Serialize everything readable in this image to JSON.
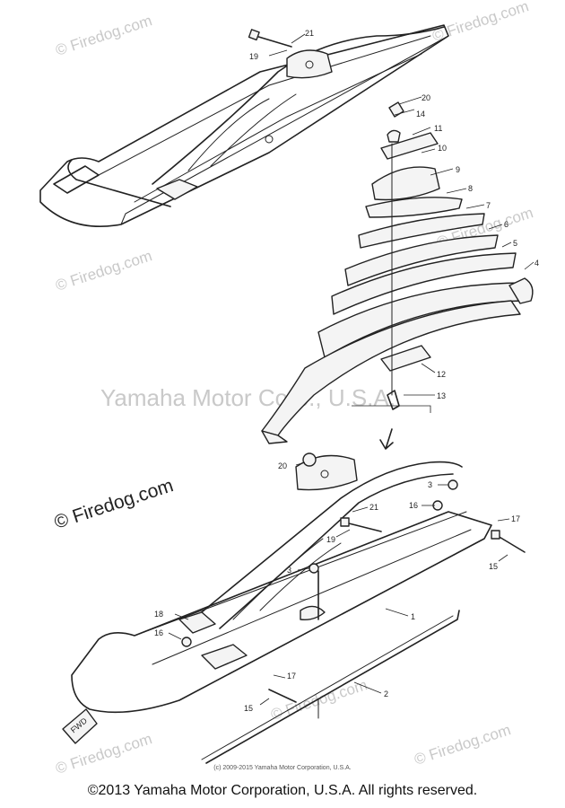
{
  "watermarks": {
    "corner_top": "© Firedog.com",
    "mid_left": "© Firedog.com",
    "center_right": "© Firedog.com",
    "center": "Yamaha Motor Corp., U.S.A.",
    "bottom_left": "© Firedog.com",
    "bottom_mid": "© Firedog.com",
    "bottom_right": "© Firedog.com",
    "left_large": "© Firedog.com"
  },
  "callouts": {
    "c1": "1",
    "c2": "2",
    "c3a": "3",
    "c3b": "3",
    "c4": "4",
    "c5": "5",
    "c6": "6",
    "c7": "7",
    "c8": "8",
    "c9": "9",
    "c10": "10",
    "c11": "11",
    "c12": "12",
    "c13": "13",
    "c14": "14",
    "c15a": "15",
    "c15b": "15",
    "c16a": "16",
    "c16b": "16",
    "c17a": "17",
    "c17b": "17",
    "c18": "18",
    "c19a": "19",
    "c19b": "19",
    "c20a": "20",
    "c20b": "20",
    "c21a": "21",
    "c21b": "21"
  },
  "direction_mark": "FWD",
  "small_copyright": "(c) 2009-2015 Yamaha Motor Corporation, U.S.A.",
  "footer": "©2013 Yamaha Motor Corporation, U.S.A. All rights reserved."
}
